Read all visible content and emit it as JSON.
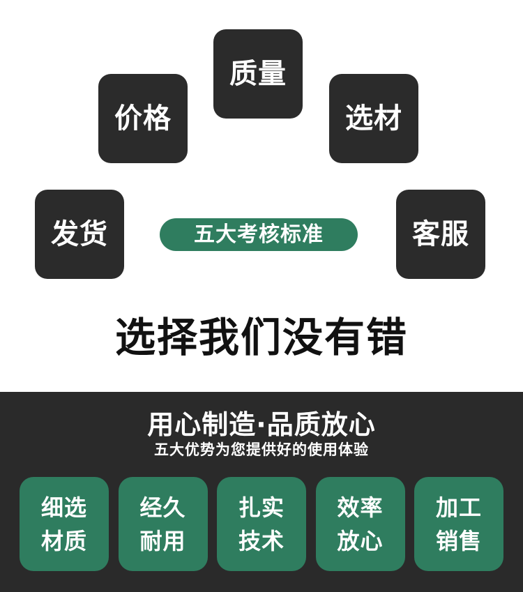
{
  "top": {
    "tiles": {
      "quality": "质量",
      "price": "价格",
      "material": "选材",
      "shipping": "发货",
      "service": "客服"
    },
    "center_pill": "五大考核标准",
    "slogan": "选择我们没有错"
  },
  "bottom": {
    "title": "用心制造·品质放心",
    "subtitle": "五大优势为您提供好的使用体验",
    "features": [
      "细选\n材质",
      "经久\n耐用",
      "扎实\n技术",
      "效率\n放心",
      "加工\n销售"
    ]
  },
  "colors": {
    "tile_bg": "#2b2b2b",
    "accent_green": "#2f7d5f",
    "dark_band": "#2a2a2a",
    "text_dark": "#111111",
    "text_light": "#ffffff"
  }
}
